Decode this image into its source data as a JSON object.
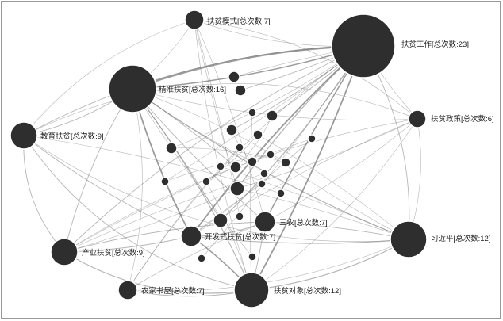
{
  "network": {
    "labels": {
      "fupin_moshi": "扶贫模式[总次数:7]",
      "fupin_gongzuo": "扶贫工作[总次数:23]",
      "jingzhun_fupin": "精准扶贫[总次数:16]",
      "fupin_zhengce": "扶贫政策[总次数:6]",
      "jiaoyu_fupin": "教育扶贫[总次数:9]",
      "sanjiao": "三农[总次数:7]",
      "kaifa_fupin": "开发式扶贫[总次数:7]",
      "xijinping": "习近平[总次数:12]",
      "chanye_fupin": "产业扶贫[总次数:9]",
      "nongjia_shuwu": "农家书屋[总次数:7]",
      "fupin_duixiang": "扶贫对象[总次数:12]"
    },
    "colors": {
      "node": "#2e2e2e",
      "edge": "#7a7a7a",
      "label": "#222222"
    }
  }
}
